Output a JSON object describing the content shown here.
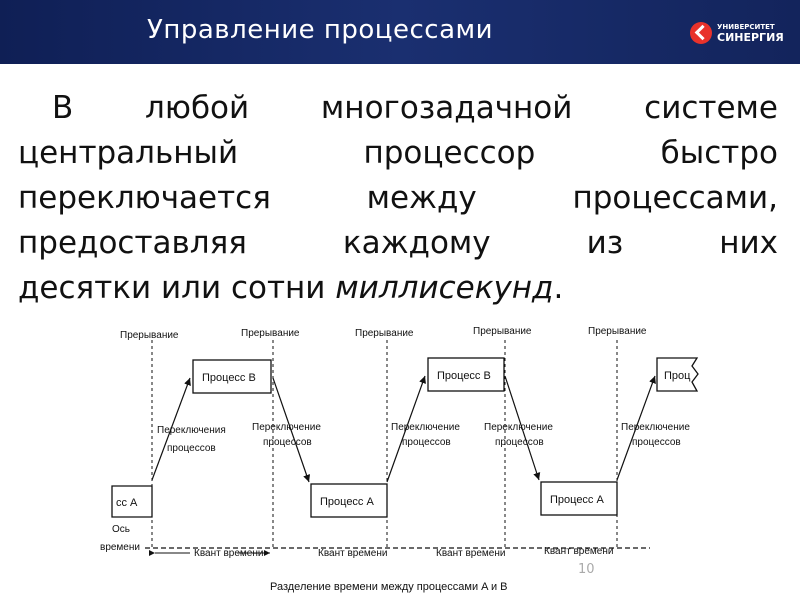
{
  "header": {
    "title": "Управление процессами",
    "logo_top": "УНИВЕРСИТЕТ",
    "logo_bottom": "СИНЕРГИЯ",
    "bg_color": "#13245c",
    "logo_color": "#e8322b"
  },
  "body": {
    "line1": [
      "В",
      "любой",
      "многозадачной",
      "системе"
    ],
    "line2": [
      "центральный",
      "процессор",
      "быстро"
    ],
    "line3": [
      "переключается",
      "между",
      "процессами,"
    ],
    "line4": [
      "предоставляя",
      "каждому",
      "из",
      "них"
    ],
    "line5_plain": "десятки или сотни",
    "line5_italic": "миллисекунд",
    "line5_end": "."
  },
  "diagram": {
    "interrupt_label": "Прерывание",
    "switch_label_1": "Переключения",
    "switch_label_other": "Переключение",
    "switch_label_2": "процессов",
    "process_a": "Процесс A",
    "process_b": "Процесс B",
    "process_a_cut": "сс A",
    "process_b_cut": "Проц",
    "axis_label_1": "Ось",
    "axis_label_2": "времени",
    "quantum_label": "Квант времени",
    "caption": "Разделение времени между процессами A и B"
  },
  "slide_number": "10"
}
